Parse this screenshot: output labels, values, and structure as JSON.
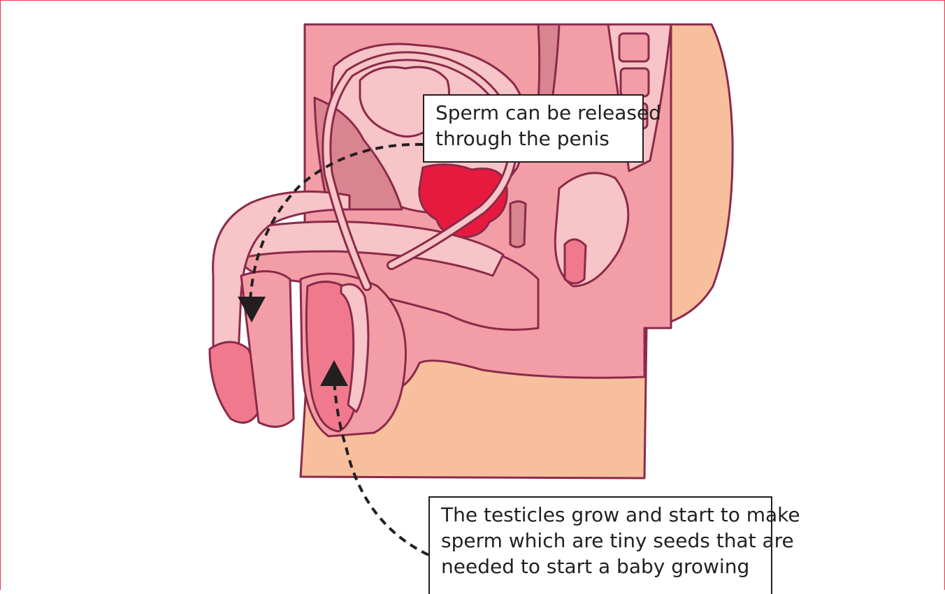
{
  "colors": {
    "outline": "#8b2a4a",
    "skin": "#f8bf9d",
    "pink_light": "#f7c4c8",
    "pink_mid": "#f39ea6",
    "pink_dark": "#f0798e",
    "mauve": "#d98590",
    "crimson": "#e8193f",
    "frame": "#e23b47",
    "arrow": "#231f20"
  },
  "callouts": {
    "penis": {
      "line1": "Sperm can be released",
      "line2": "through the penis"
    },
    "testicles": {
      "line1": "The testicles grow and start to make",
      "line2": "sperm which are tiny seeds that are",
      "line3": "needed to start a baby growing"
    }
  }
}
